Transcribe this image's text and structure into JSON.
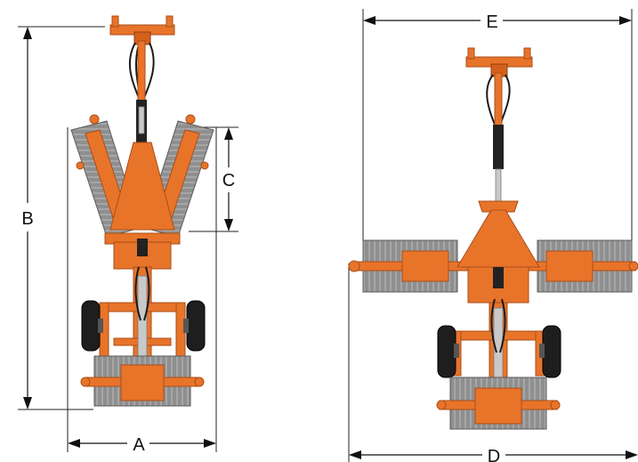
{
  "labels": {
    "A": "A",
    "B": "B",
    "C": "C",
    "D": "D",
    "E": "E"
  },
  "colors": {
    "frame": "#e8742a",
    "roller": "#8c8c8c",
    "tire": "#1e1e1e",
    "line": "#111111"
  }
}
